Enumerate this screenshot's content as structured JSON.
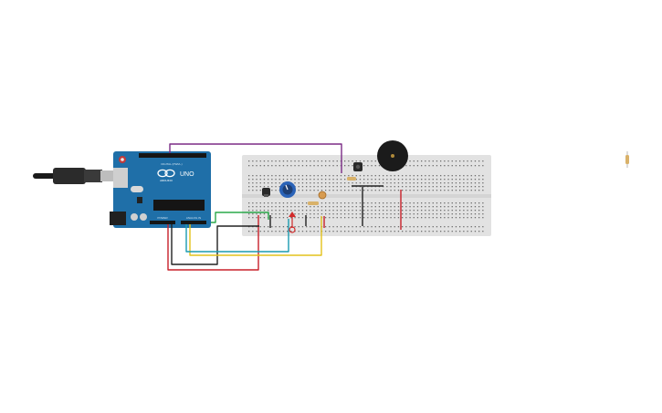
{
  "app": {
    "title": ""
  },
  "board": {
    "logo_text": "UNO",
    "brand_text": "ARDUINO",
    "digital_label": "DIGITAL (PWM~)",
    "analog_label": "ANALOG IN",
    "power_label": "POWER"
  },
  "colors": {
    "canvas_bg": "#ffffff",
    "board": "#1f6fa8",
    "board_dark": "#16557f",
    "breadboard": "#e2e2e2",
    "wire_purple": "#7b2c86",
    "wire_green": "#2aa84a",
    "wire_red": "#c8202a",
    "wire_black": "#222222",
    "wire_yellow": "#e3c21b",
    "wire_teal": "#1a9bb0",
    "buzzer": "#1b1b1b",
    "potentiometer": "#2a63b8"
  },
  "components": [
    {
      "name": "usb-cable",
      "icon": "usb-plug-icon"
    },
    {
      "name": "arduino-uno",
      "icon": "arduino-board-icon"
    },
    {
      "name": "breadboard",
      "icon": "breadboard-icon"
    },
    {
      "name": "piezo-buzzer",
      "icon": "buzzer-icon"
    },
    {
      "name": "potentiometer",
      "icon": "potentiometer-icon"
    },
    {
      "name": "photoresistor",
      "icon": "ldr-icon"
    },
    {
      "name": "temperature-sensor",
      "icon": "tmp-sensor-icon"
    },
    {
      "name": "pushbutton",
      "icon": "pushbutton-icon"
    },
    {
      "name": "led",
      "icon": "led-icon"
    },
    {
      "name": "resistor",
      "icon": "resistor-icon"
    }
  ]
}
